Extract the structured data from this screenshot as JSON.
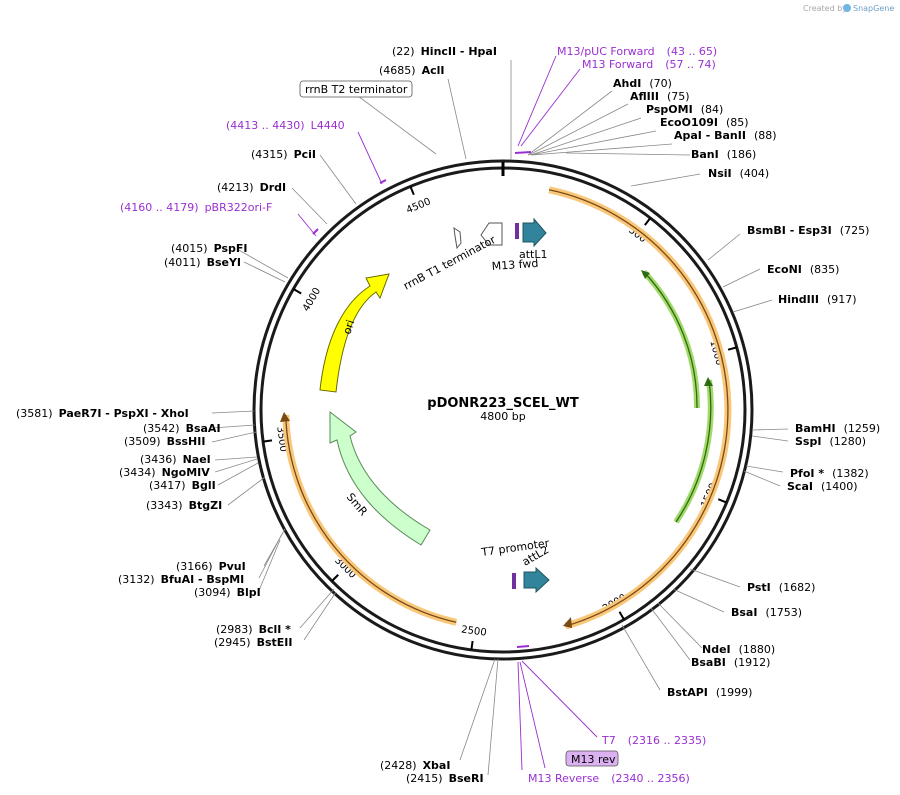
{
  "credit": {
    "prefix": "Created by",
    "brand": "SnapGene"
  },
  "plasmid": {
    "name": "pDONR223_SCEL_WT",
    "length_label": "4800 bp",
    "length": 4800
  },
  "ticks": [
    "500",
    "1000",
    "1500",
    "2000",
    "2500",
    "3000",
    "3500",
    "4000",
    "4500"
  ],
  "sites": [
    {
      "pos": "(22)",
      "name": "HincII",
      "extra": " - HpaI"
    },
    {
      "pos": "(4685)",
      "name": "AclI"
    },
    {
      "pos": "(70)",
      "name": "AhdI"
    },
    {
      "pos": "(75)",
      "name": "AflIII"
    },
    {
      "pos": "(84)",
      "name": "PspOMI"
    },
    {
      "pos": "(85)",
      "name": "EcoO109I"
    },
    {
      "pos": "(88)",
      "name": "ApaI",
      "extra": " - BanII"
    },
    {
      "pos": "(186)",
      "name": "BanI"
    },
    {
      "pos": "(404)",
      "name": "NsiI"
    },
    {
      "pos": "(725)",
      "name": "BsmBI",
      "extra": " - Esp3I"
    },
    {
      "pos": "(835)",
      "name": "EcoNI"
    },
    {
      "pos": "(917)",
      "name": "HindIII"
    },
    {
      "pos": "(1259)",
      "name": "BamHI"
    },
    {
      "pos": "(1280)",
      "name": "SspI"
    },
    {
      "pos": "(1382)",
      "name": "PfoI *"
    },
    {
      "pos": "(1400)",
      "name": "ScaI"
    },
    {
      "pos": "(1682)",
      "name": "PstI"
    },
    {
      "pos": "(1753)",
      "name": "BsaI"
    },
    {
      "pos": "(1880)",
      "name": "NdeI"
    },
    {
      "pos": "(1912)",
      "name": "BsaBI"
    },
    {
      "pos": "(1999)",
      "name": "BstAPI"
    },
    {
      "pos": "(2428)",
      "name": "XbaI"
    },
    {
      "pos": "(2415)",
      "name": "BseRI"
    },
    {
      "pos": "(2983)",
      "name": "BclI *"
    },
    {
      "pos": "(2945)",
      "name": "BstEII"
    },
    {
      "pos": "(3166)",
      "name": "PvuI"
    },
    {
      "pos": "(3132)",
      "name": "BfuAI",
      "extra": " - BspMI"
    },
    {
      "pos": "(3094)",
      "name": "BlpI"
    },
    {
      "pos": "(3343)",
      "name": "BtgZI"
    },
    {
      "pos": "(3436)",
      "name": "NaeI"
    },
    {
      "pos": "(3434)",
      "name": "NgoMIV"
    },
    {
      "pos": "(3417)",
      "name": "BglI"
    },
    {
      "pos": "(3581)",
      "name": "PaeR7I",
      "extra": " - PspXI - XhoI"
    },
    {
      "pos": "(3542)",
      "name": "BsaAI"
    },
    {
      "pos": "(3509)",
      "name": "BssHII"
    },
    {
      "pos": "(4015)",
      "name": "PspFI"
    },
    {
      "pos": "(4011)",
      "name": "BseYI"
    },
    {
      "pos": "(4213)",
      "name": "DrdI"
    },
    {
      "pos": "(4315)",
      "name": "PciI"
    }
  ],
  "primers": [
    {
      "name": "M13/pUC Forward",
      "range": "(43 .. 65)"
    },
    {
      "name": "M13 Forward",
      "range": "(57 .. 74)"
    },
    {
      "name": "L4440",
      "range": "(4413 .. 4430)"
    },
    {
      "name": "pBR322ori-F",
      "range": "(4160 .. 4179)"
    },
    {
      "name": "T7",
      "range": "(2316 .. 2335)"
    },
    {
      "name": "M13 Reverse",
      "range": "(2340 .. 2356)"
    }
  ],
  "boxed_labels": {
    "rrnb_t2": "rrnB T2 terminator",
    "m13_rev": "M13 rev"
  },
  "features": {
    "attl1": "attL1",
    "m13_fwd": "M13 fwd",
    "rrnb_t1": "rrnB T1 terminator",
    "ori": "ori",
    "smr": "SmR",
    "t7_promoter": "T7 promoter",
    "attl2": "attL2"
  },
  "colors": {
    "ori": "#ffff00",
    "smr": "#ccffcc",
    "attl": "#31849b",
    "orf_orange": "#f9c77a",
    "orf_green": "#a3d96a",
    "primer": "#9a2fd1"
  }
}
